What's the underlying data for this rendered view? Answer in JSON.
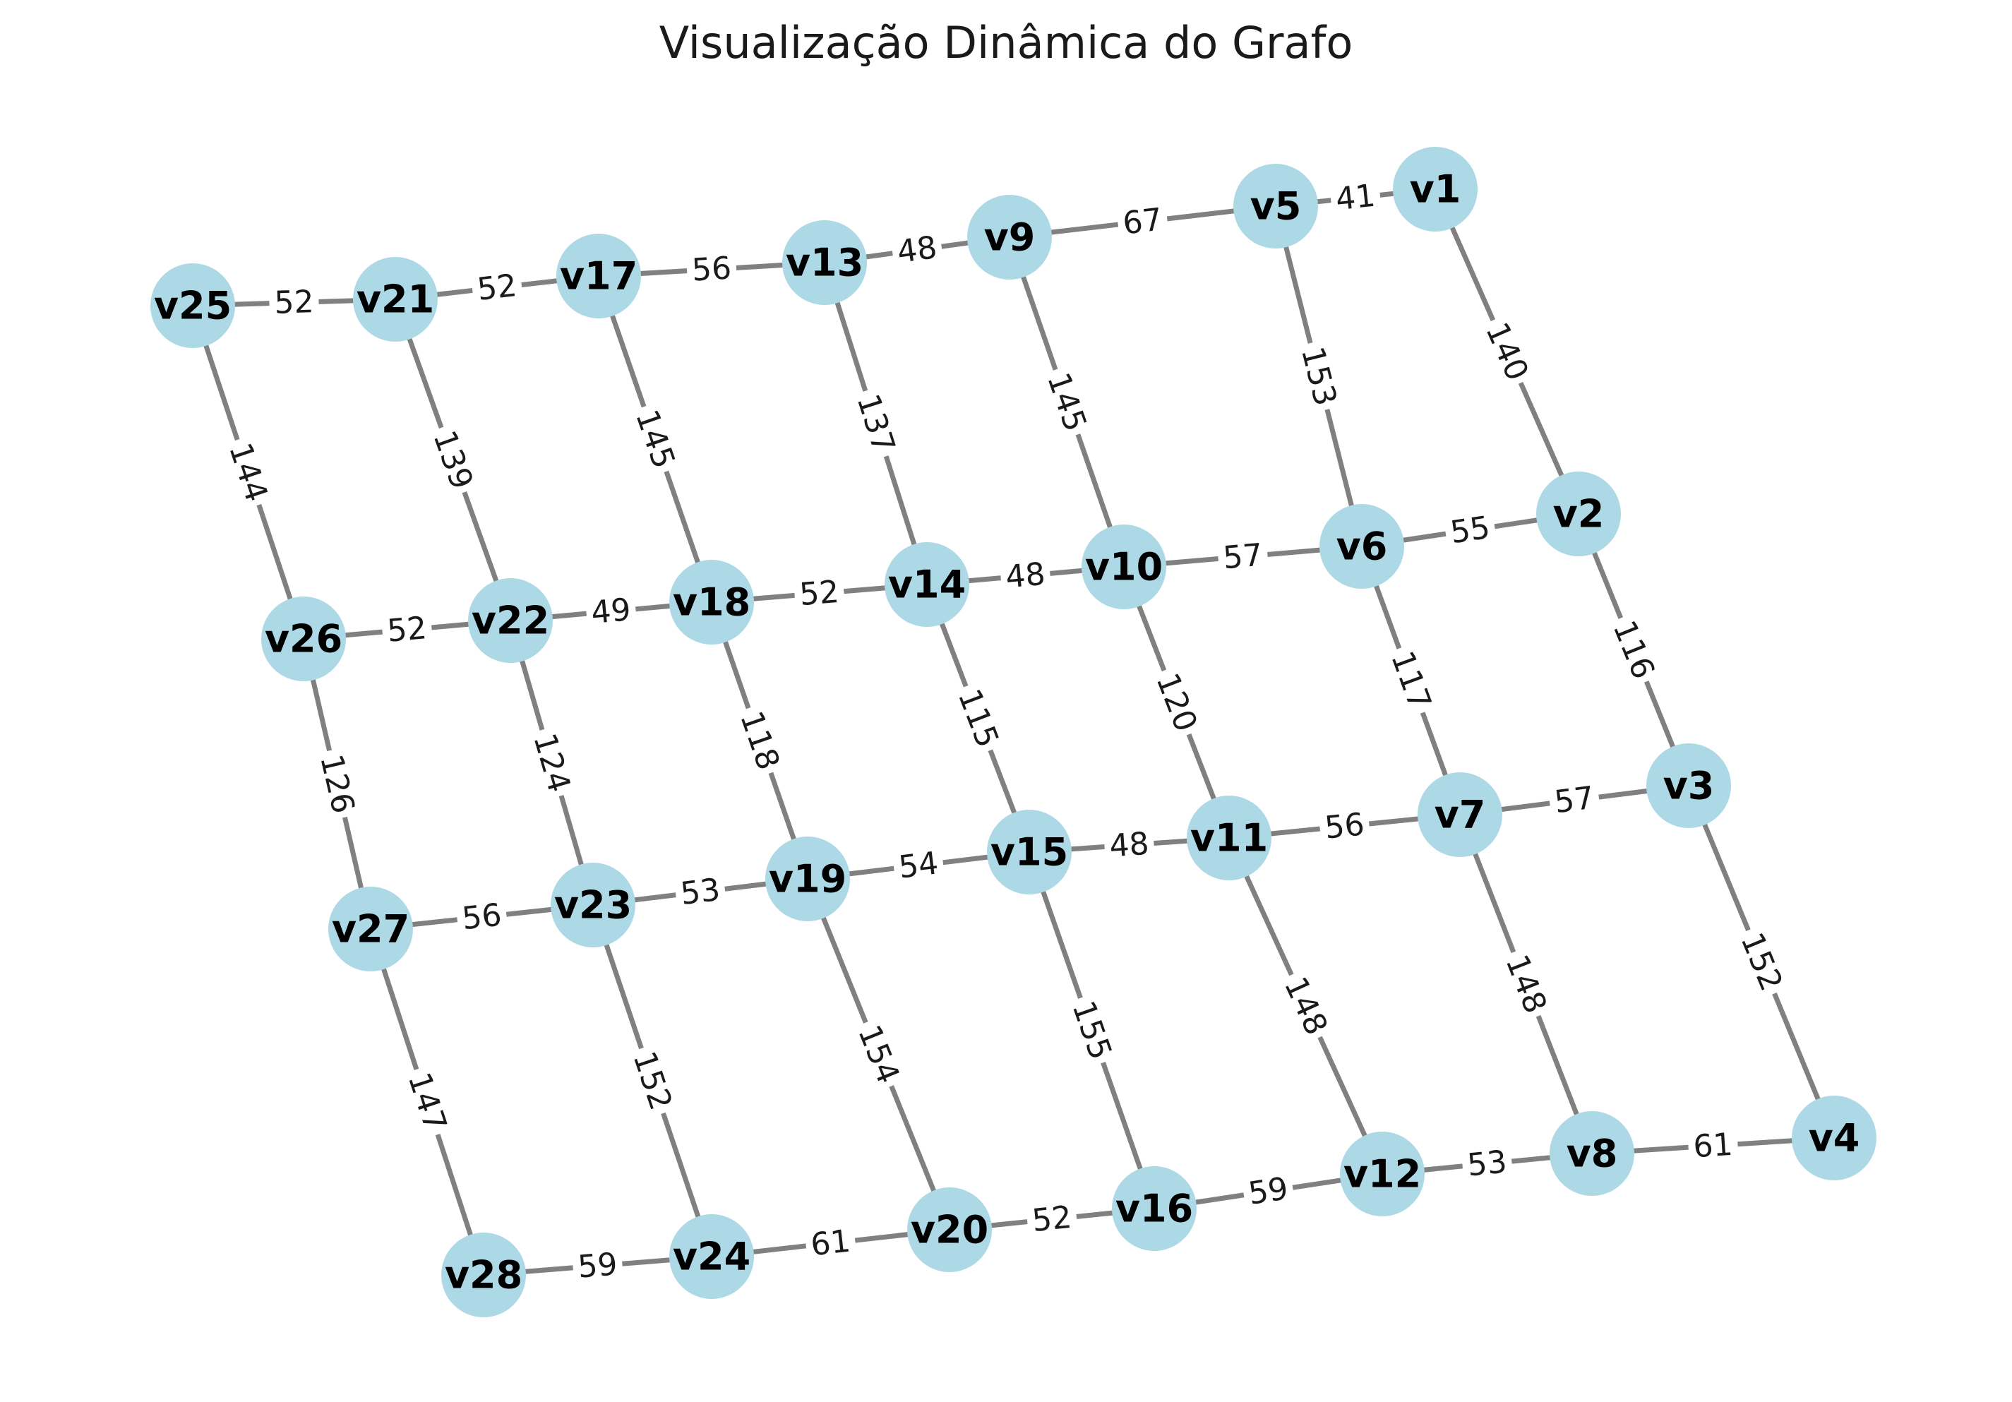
{
  "title": "Visualização Dinâmica do Grafo",
  "colors": {
    "node_fill": "#add8e6",
    "edge_stroke": "#808080",
    "label_text": "#000000",
    "background": "#ffffff"
  },
  "nodes": [
    "v1",
    "v2",
    "v3",
    "v4",
    "v5",
    "v6",
    "v7",
    "v8",
    "v9",
    "v10",
    "v11",
    "v12",
    "v13",
    "v14",
    "v15",
    "v16",
    "v17",
    "v18",
    "v19",
    "v20",
    "v21",
    "v22",
    "v23",
    "v24",
    "v25",
    "v26",
    "v27",
    "v28"
  ],
  "edges": [
    {
      "source": "v1",
      "target": "v5",
      "weight": "41"
    },
    {
      "source": "v5",
      "target": "v9",
      "weight": "67"
    },
    {
      "source": "v9",
      "target": "v13",
      "weight": "48"
    },
    {
      "source": "v13",
      "target": "v17",
      "weight": "56"
    },
    {
      "source": "v17",
      "target": "v21",
      "weight": "52"
    },
    {
      "source": "v21",
      "target": "v25",
      "weight": "52"
    },
    {
      "source": "v2",
      "target": "v6",
      "weight": "55"
    },
    {
      "source": "v6",
      "target": "v10",
      "weight": "57"
    },
    {
      "source": "v10",
      "target": "v14",
      "weight": "48"
    },
    {
      "source": "v14",
      "target": "v18",
      "weight": "52"
    },
    {
      "source": "v18",
      "target": "v22",
      "weight": "49"
    },
    {
      "source": "v22",
      "target": "v26",
      "weight": "52"
    },
    {
      "source": "v3",
      "target": "v7",
      "weight": "57"
    },
    {
      "source": "v7",
      "target": "v11",
      "weight": "56"
    },
    {
      "source": "v11",
      "target": "v15",
      "weight": "48"
    },
    {
      "source": "v15",
      "target": "v19",
      "weight": "54"
    },
    {
      "source": "v19",
      "target": "v23",
      "weight": "53"
    },
    {
      "source": "v23",
      "target": "v27",
      "weight": "56"
    },
    {
      "source": "v4",
      "target": "v8",
      "weight": "61"
    },
    {
      "source": "v8",
      "target": "v12",
      "weight": "53"
    },
    {
      "source": "v12",
      "target": "v16",
      "weight": "59"
    },
    {
      "source": "v16",
      "target": "v20",
      "weight": "52"
    },
    {
      "source": "v20",
      "target": "v24",
      "weight": "61"
    },
    {
      "source": "v24",
      "target": "v28",
      "weight": "59"
    },
    {
      "source": "v1",
      "target": "v2",
      "weight": "140"
    },
    {
      "source": "v2",
      "target": "v3",
      "weight": "116"
    },
    {
      "source": "v3",
      "target": "v4",
      "weight": "152"
    },
    {
      "source": "v5",
      "target": "v6",
      "weight": "153"
    },
    {
      "source": "v6",
      "target": "v7",
      "weight": "117"
    },
    {
      "source": "v7",
      "target": "v8",
      "weight": "148"
    },
    {
      "source": "v9",
      "target": "v10",
      "weight": "145"
    },
    {
      "source": "v10",
      "target": "v11",
      "weight": "120"
    },
    {
      "source": "v11",
      "target": "v12",
      "weight": "148"
    },
    {
      "source": "v13",
      "target": "v14",
      "weight": "137"
    },
    {
      "source": "v14",
      "target": "v15",
      "weight": "115"
    },
    {
      "source": "v15",
      "target": "v16",
      "weight": "155"
    },
    {
      "source": "v17",
      "target": "v18",
      "weight": "145"
    },
    {
      "source": "v18",
      "target": "v19",
      "weight": "118"
    },
    {
      "source": "v19",
      "target": "v20",
      "weight": "154"
    },
    {
      "source": "v21",
      "target": "v22",
      "weight": "139"
    },
    {
      "source": "v22",
      "target": "v23",
      "weight": "124"
    },
    {
      "source": "v23",
      "target": "v24",
      "weight": "152"
    },
    {
      "source": "v25",
      "target": "v26",
      "weight": "144"
    },
    {
      "source": "v26",
      "target": "v27",
      "weight": "126"
    },
    {
      "source": "v27",
      "target": "v28",
      "weight": "147"
    }
  ]
}
